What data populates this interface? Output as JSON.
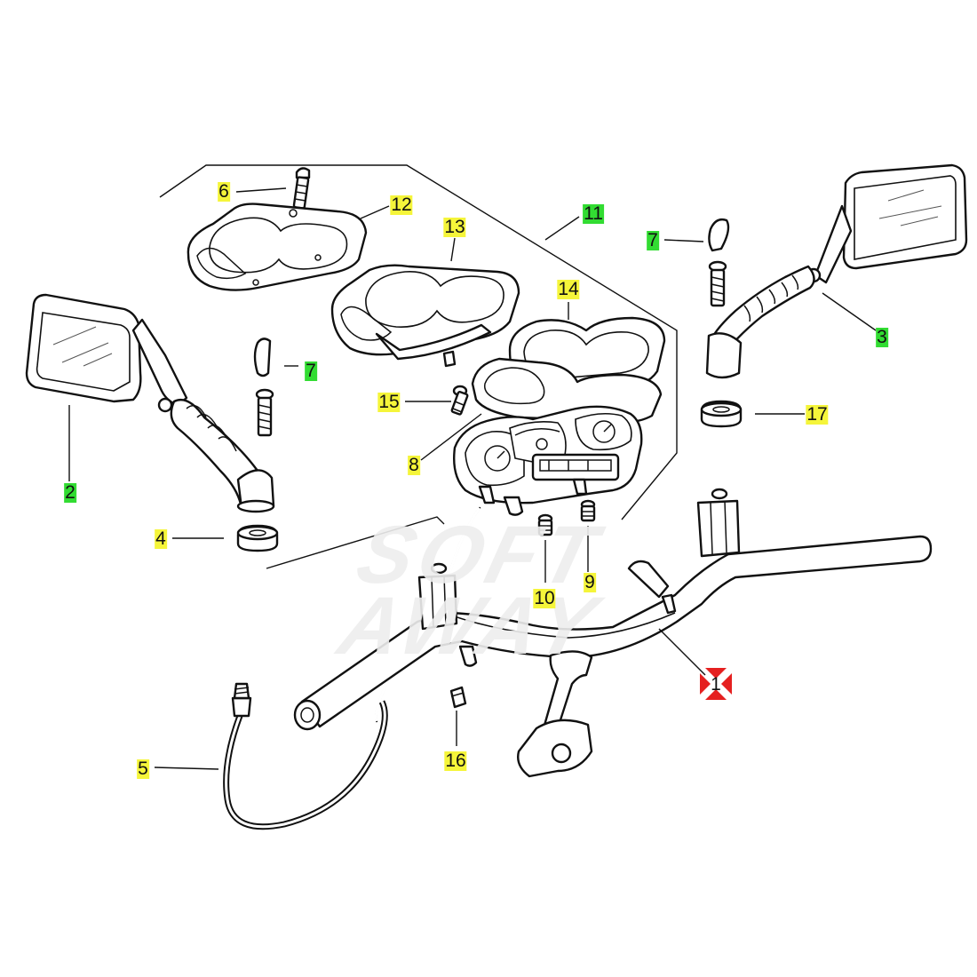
{
  "watermark": {
    "line1": "SOFT",
    "line2": "AWAY"
  },
  "callouts": [
    {
      "id": "c6",
      "label": "6",
      "style": "yellow"
    },
    {
      "id": "c12",
      "label": "12",
      "style": "yellow"
    },
    {
      "id": "c13",
      "label": "13",
      "style": "yellow"
    },
    {
      "id": "c11",
      "label": "11",
      "style": "green"
    },
    {
      "id": "c7r",
      "label": "7",
      "style": "green"
    },
    {
      "id": "c3",
      "label": "3",
      "style": "green"
    },
    {
      "id": "c14",
      "label": "14",
      "style": "yellow"
    },
    {
      "id": "c7l",
      "label": "7",
      "style": "green"
    },
    {
      "id": "c15",
      "label": "15",
      "style": "yellow"
    },
    {
      "id": "c17",
      "label": "17",
      "style": "yellow"
    },
    {
      "id": "c8",
      "label": "8",
      "style": "yellow"
    },
    {
      "id": "c2",
      "label": "2",
      "style": "green"
    },
    {
      "id": "c4",
      "label": "4",
      "style": "yellow"
    },
    {
      "id": "c9",
      "label": "9",
      "style": "yellow"
    },
    {
      "id": "c10",
      "label": "10",
      "style": "yellow"
    },
    {
      "id": "c1",
      "label": "1",
      "style": "red"
    },
    {
      "id": "c5",
      "label": "5",
      "style": "yellow"
    },
    {
      "id": "c16",
      "label": "16",
      "style": "yellow"
    }
  ],
  "colors": {
    "highlight_yellow": "#f5f53a",
    "highlight_green": "#32dc32",
    "marker_red": "#e52020",
    "line": "#111111"
  }
}
